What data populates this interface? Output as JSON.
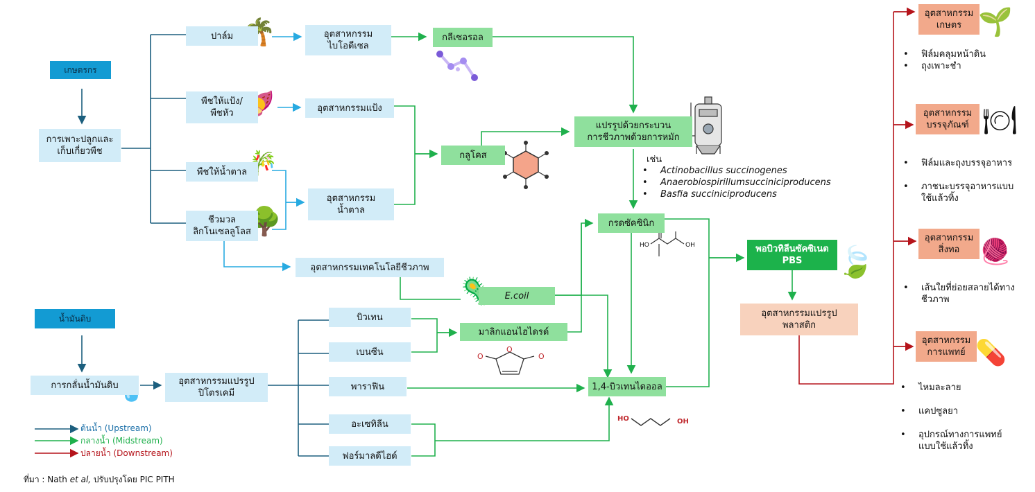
{
  "upstream": {
    "farmer": "เกษตรกร",
    "cultivation": "การเพาะปลูกและ\nเก็บเกี่ยวพืช",
    "crude_oil": "น้ำมันดิบ",
    "refining": "การกลั่นน้ำมันดิบ"
  },
  "crops": {
    "palm": "ปาล์ม",
    "starch_crops": "พืชให้แป้ง/\nพืชหัว",
    "sugar_crops": "พืชให้น้ำตาล",
    "lignocellulose": "ชีวมวล\nลิกโนเซลลูโลส"
  },
  "industries": {
    "biodiesel": "อุตสาหกรรม\nไบโอดีเซล",
    "starch": "อุตสาหกรรมแป้ง",
    "sugar": "อุตสาหกรรม\nน้ำตาล",
    "biotech": "อุตสาหกรรมเทคโนโลยีชีวภาพ",
    "petrochem": "อุตสาหกรรมแปรรูป\nปิโตรเคมี"
  },
  "petro_products": {
    "butane": "บิวเทน",
    "benzene": "เบนซีน",
    "paraffin": "พาราฟิน",
    "acetylene": "อะเซทิลีน",
    "formaldehyde": "ฟอร์มาลดีไฮด์"
  },
  "midstream": {
    "glycerol": "กลีเซอรอล",
    "glucose": "กลูโคส",
    "fermentation": "แปรรูปด้วยกระบวน\nการชีวภาพด้วยการหมัก",
    "example_label": "เช่น",
    "microbes": [
      "Actinobacillus succinogenes",
      "Anaerobiospirillumsucciniciproducens",
      "Basfia succiniciproducens"
    ],
    "succinic_acid": "กรดซัคซินิก",
    "ecoli": "E.coil",
    "maleic": "มาลิกแอนไฮไดรด์",
    "butanediol": "1,4-บิวเทนไดออล",
    "chem_label_oh": "OH",
    "chem_label_ho": "HO"
  },
  "downstream": {
    "pbs": "พอบิวทิลีนซัคซิเนต\nPBS",
    "plastic_processing": "อุตสาหกรรมแปรรูป\nพลาสติก",
    "sectors": [
      {
        "title": "อุตสาหกรรม\nเกษตร",
        "items": [
          "ฟิล์มคลุมหน้าดิน",
          "ถุงเพาะชำ"
        ]
      },
      {
        "title": "อุตสาหกรรม\nบรรจุภัณฑ์",
        "items": [
          "ฟิล์มและถุงบรรจุอาหาร",
          "ภาชนะบรรจุอาหารแบบ\nใช้แล้วทิ้ง"
        ]
      },
      {
        "title": "อุตสาหกรรม\nสิ่งทอ",
        "items": [
          "เส้นใยที่ย่อยสลายได้ทาง\nชีวภาพ"
        ]
      },
      {
        "title": "อุตสาหกรรม\nการแพทย์",
        "items": [
          "ไหมละลาย",
          "แคปซูลยา",
          "อุปกรณ์ทางการแพทย์\nแบบใช้แล้วทิ้ง"
        ]
      }
    ]
  },
  "legend": {
    "upstream": "ต้นน้ำ (Upstream)",
    "midstream": "กลางน้ำ (Midstream)",
    "downstream": "ปลายน้ำ (Downstream)"
  },
  "source": {
    "prefix": "ที่มา : Nath ",
    "italic": "et al,",
    "suffix": " ปรับปรุงโดย  PIC PITH"
  },
  "colors": {
    "upstream": "#1c5f7e",
    "midstream": "#1fb04c",
    "downstream": "#b5141b",
    "crop_link": "#27aae1"
  }
}
